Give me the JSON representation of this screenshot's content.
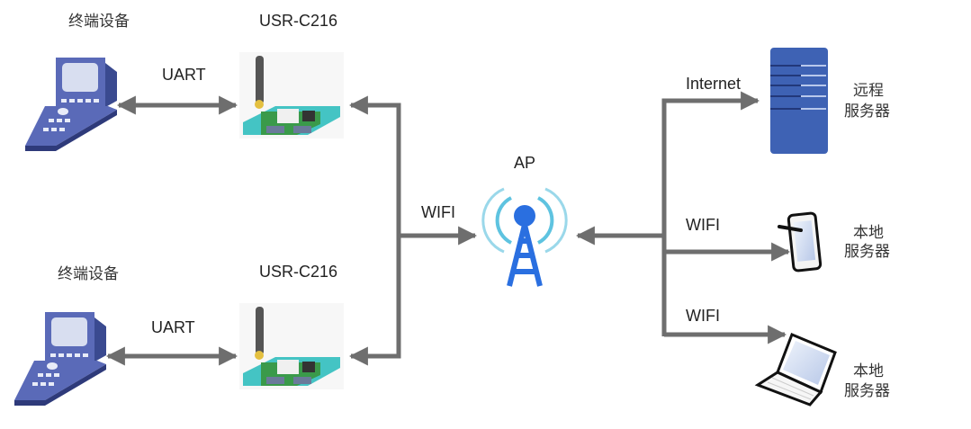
{
  "diagram": {
    "title": "USR-C216 WIFI network topology",
    "nodes": {
      "terminal_top": {
        "label": "终端设备",
        "kind": "handheld-terminal"
      },
      "terminal_bottom": {
        "label": "终端设备",
        "kind": "handheld-terminal"
      },
      "module_top": {
        "label": "USR-C216",
        "kind": "wifi-module"
      },
      "module_bottom": {
        "label": "USR-C216",
        "kind": "wifi-module"
      },
      "ap": {
        "label": "AP",
        "kind": "access-point-tower"
      },
      "remote_server": {
        "label_line1": "远程",
        "label_line2": "服务器",
        "kind": "server-rack"
      },
      "local_server_tablet": {
        "label_line1": "本地",
        "label_line2": "服务器",
        "kind": "tablet"
      },
      "local_server_laptop": {
        "label_line1": "本地",
        "label_line2": "服务器",
        "kind": "laptop"
      }
    },
    "links": {
      "uart_top": {
        "label": "UART",
        "from": "terminal_top",
        "to": "module_top",
        "direction": "bidirectional"
      },
      "uart_bottom": {
        "label": "UART",
        "from": "terminal_bottom",
        "to": "module_bottom",
        "direction": "bidirectional"
      },
      "wifi_modules_ap": {
        "label": "WIFI",
        "from": "module_top,module_bottom",
        "to": "ap",
        "direction": "bidirectional"
      },
      "internet": {
        "label": "Internet",
        "from": "ap",
        "to": "remote_server",
        "direction": "forward"
      },
      "wifi_tablet": {
        "label": "WIFI",
        "from": "ap",
        "to": "local_server_tablet",
        "direction": "forward"
      },
      "wifi_laptop": {
        "label": "WIFI",
        "from": "ap",
        "to": "local_server_laptop",
        "direction": "forward"
      }
    },
    "colors": {
      "connector": "#6e6e6e",
      "device_blue": "#4a5aa8",
      "server_blue": "#3e62b4",
      "ap_blue": "#2a6fe0",
      "wave_cyan": "#5ec3e0",
      "board_cyan": "#3ec5c5"
    }
  }
}
